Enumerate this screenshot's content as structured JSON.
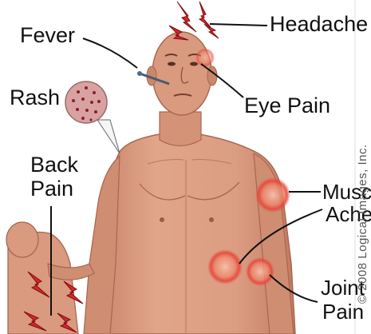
{
  "labels": {
    "headache": "Headache",
    "fever": "Fever",
    "rash": "Rash",
    "eye_pain": "Eye Pain",
    "back_pain_line1": "Back",
    "back_pain_line2": "Pain",
    "muscle_aches_line1": "Muscle",
    "muscle_aches_line2": "Aches",
    "joint_pain_line1": "Joint",
    "joint_pain_line2": "Pain"
  },
  "copyright": "© 2008 Logical Images, Inc.",
  "colors": {
    "skin": "#d99a80",
    "skin_shadow": "#b97760",
    "pain_glow": "#e8453a",
    "lightning": "#d9262a",
    "rash_bg": "#d9a2a2",
    "rash_dot": "#8a1f2a",
    "text": "#111111"
  }
}
